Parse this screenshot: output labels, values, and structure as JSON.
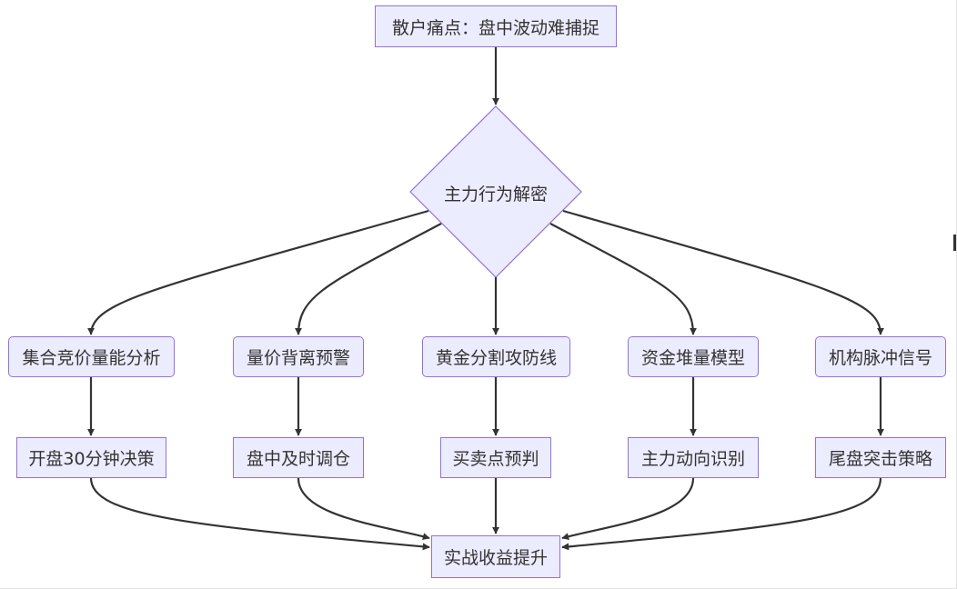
{
  "diagram": {
    "root": "散户痛点：盘中波动难捕捉",
    "decision": "主力行为解密",
    "branches": [
      {
        "id": "b1",
        "label": "集合竞价量能分析",
        "action": "开盘30分钟决策"
      },
      {
        "id": "b2",
        "label": "量价背离预警",
        "action": "盘中及时调仓"
      },
      {
        "id": "b3",
        "label": "黄金分割攻防线",
        "action": "买卖点预判"
      },
      {
        "id": "b4",
        "label": "资金堆量模型",
        "action": "主力动向识别"
      },
      {
        "id": "b5",
        "label": "机构脉冲信号",
        "action": "尾盘突击策略"
      }
    ],
    "result": "实战收益提升"
  },
  "colors": {
    "node_fill": "#ECECFF",
    "node_stroke": "#9370DB",
    "edge": "#333333",
    "text": "#333333"
  }
}
